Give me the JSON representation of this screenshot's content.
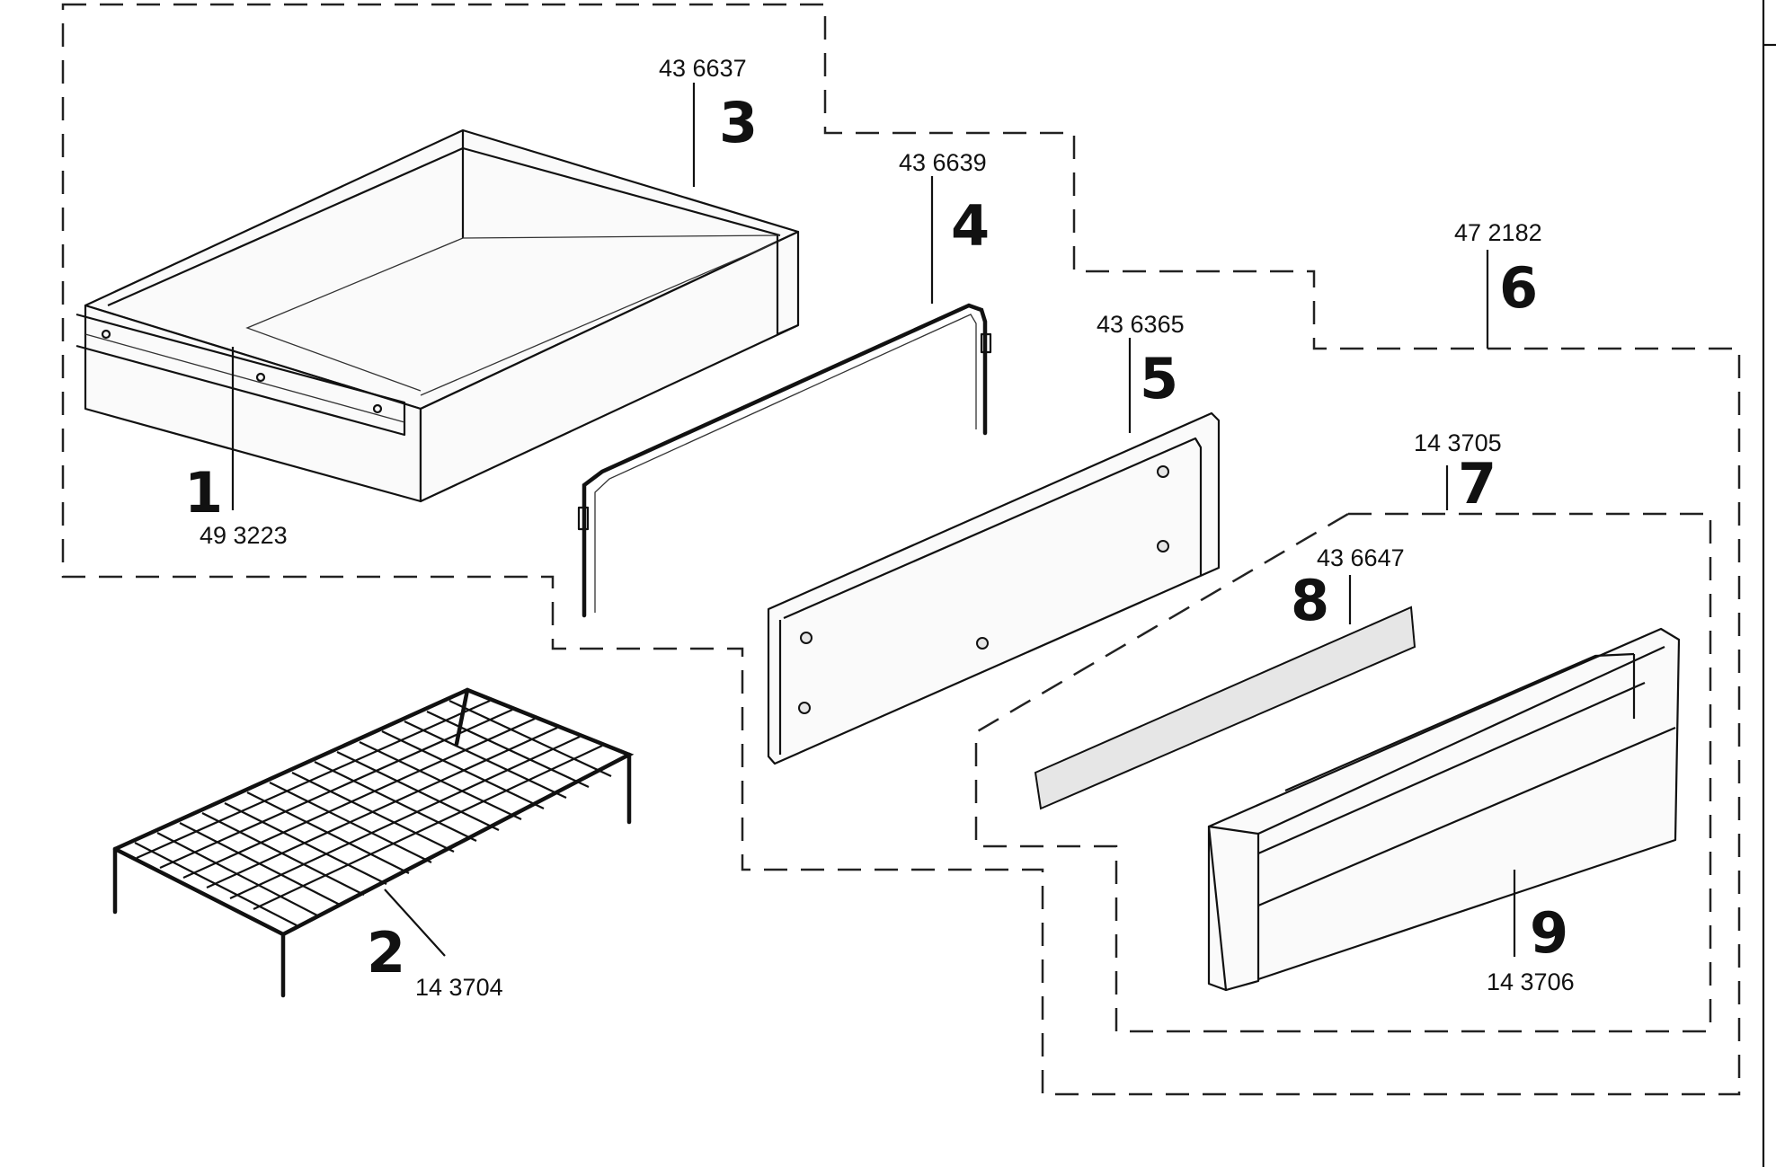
{
  "diagram": {
    "parts": [
      {
        "number": "1",
        "part_no": "49 3223"
      },
      {
        "number": "2",
        "part_no": "14 3704"
      },
      {
        "number": "3",
        "part_no": "43 6637"
      },
      {
        "number": "4",
        "part_no": "43 6639"
      },
      {
        "number": "5",
        "part_no": "43 6365"
      },
      {
        "number": "6",
        "part_no": "47 2182"
      },
      {
        "number": "7",
        "part_no": "14 3705"
      },
      {
        "number": "8",
        "part_no": "43 6647"
      },
      {
        "number": "9",
        "part_no": "14 3706"
      }
    ]
  }
}
